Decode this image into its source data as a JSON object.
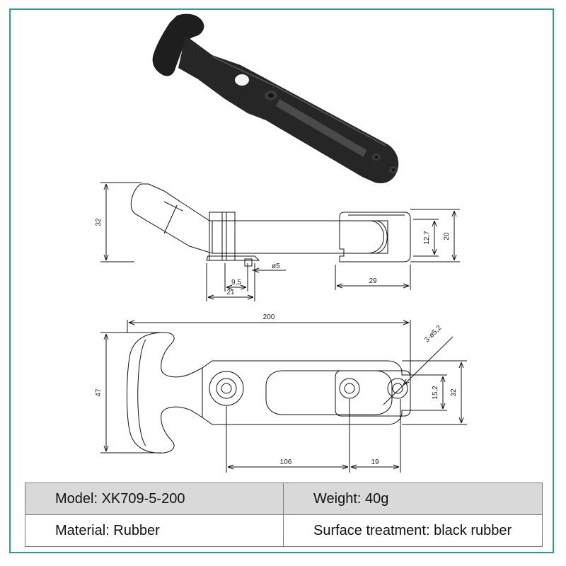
{
  "dimensions": {
    "height_32_side": "32",
    "height_12_7": "12,7",
    "height_20": "20",
    "hole_diameter": "ø5",
    "offset_9_5": "9,5",
    "width_21": "21",
    "width_29": "29",
    "length_200": "200",
    "hole_callout": "3-ø5,2",
    "height_47": "47",
    "height_15_2": "15,2",
    "height_32_top": "32",
    "spacing_106": "106",
    "spacing_19": "19"
  },
  "specs": {
    "model": "Model: XK709-5-200",
    "weight": "Weight: 40g",
    "material": "Material: Rubber",
    "surface": "Surface treatment: black rubber"
  },
  "colors": {
    "border": "#2a9d96",
    "header_row": "#d9d9d9",
    "product": "#1e1e1e"
  }
}
